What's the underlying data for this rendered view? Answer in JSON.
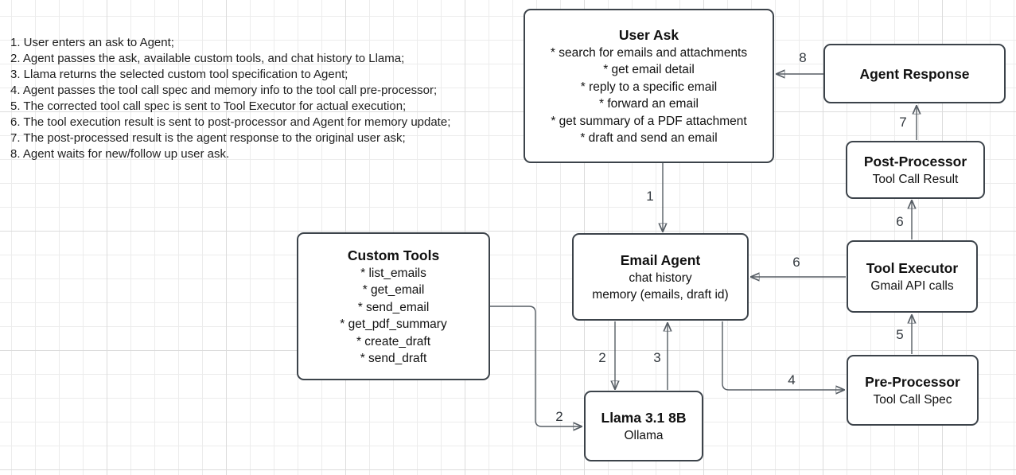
{
  "notes": {
    "lines": [
      "1. User enters an ask to Agent;",
      "2. Agent passes the ask, available custom tools, and chat history to Llama;",
      "3. Llama returns the selected custom tool specification to Agent;",
      "4. Agent passes the tool call spec and memory info to the tool call pre-processor;",
      "5. The corrected tool call spec is sent to Tool Executor for actual execution;",
      "6. The tool execution result is sent to post-processor and Agent for memory update;",
      "7. The post-processed result is the agent response to the original user ask;",
      "8. Agent waits for new/follow up user ask."
    ]
  },
  "boxes": {
    "user_ask": {
      "title": "User Ask",
      "items": [
        "* search for emails and attachments",
        "* get email detail",
        "* reply to a specific email",
        "* forward an email",
        "* get summary of a PDF attachment",
        "* draft and send an email"
      ]
    },
    "agent_response": {
      "title": "Agent Response"
    },
    "post_processor": {
      "title": "Post-Processor",
      "subtitle": "Tool Call Result"
    },
    "tool_executor": {
      "title": "Tool Executor",
      "subtitle": "Gmail API calls"
    },
    "pre_processor": {
      "title": "Pre-Processor",
      "subtitle": "Tool Call Spec"
    },
    "email_agent": {
      "title": "Email Agent",
      "lines": [
        "chat history",
        "memory (emails, draft id)"
      ]
    },
    "custom_tools": {
      "title": "Custom Tools",
      "items": [
        "* list_emails",
        "* get_email",
        "* send_email",
        "* get_pdf_summary",
        "* create_draft",
        "* send_draft"
      ]
    },
    "llama": {
      "title": "Llama 3.1 8B",
      "subtitle": "Ollama"
    }
  },
  "edge_labels": {
    "step_1": "1",
    "step_2_agent_to_llama": "2",
    "step_2_tools_to_llama": "2",
    "step_3": "3",
    "step_4": "4",
    "step_5": "5",
    "step_6_to_agent": "6",
    "step_6_to_post_processor": "6",
    "step_7": "7",
    "step_8": "8"
  },
  "colors": {
    "box_border": "#3c434a",
    "connector": "#565d64",
    "text": "#111111",
    "grid_minor": "#ececec",
    "grid_major": "#dcdcdc",
    "background": "#ffffff"
  }
}
